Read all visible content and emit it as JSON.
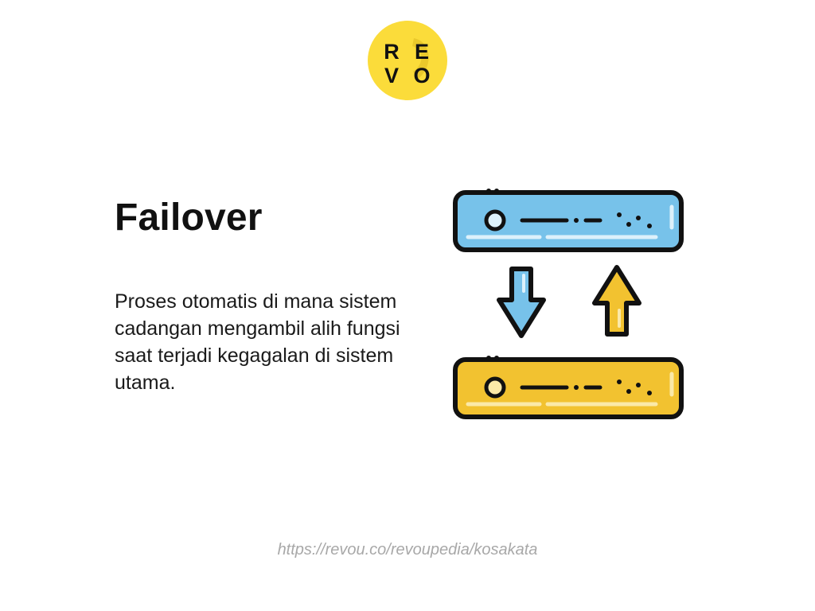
{
  "logo": {
    "letters": [
      "R",
      "E",
      "V",
      "O"
    ],
    "color": "#FBDC3A"
  },
  "title": "Failover",
  "description": "Proses otomatis di mana sistem cadangan mengambil alih fungsi saat terjadi kegagalan di sistem utama.",
  "illustration": {
    "icon": "server-failover-icon",
    "primary_color": "#77C2EA",
    "backup_color": "#F2C230",
    "outline_color": "#111111"
  },
  "footer": {
    "url": "https://revou.co/revoupedia/kosakata"
  }
}
